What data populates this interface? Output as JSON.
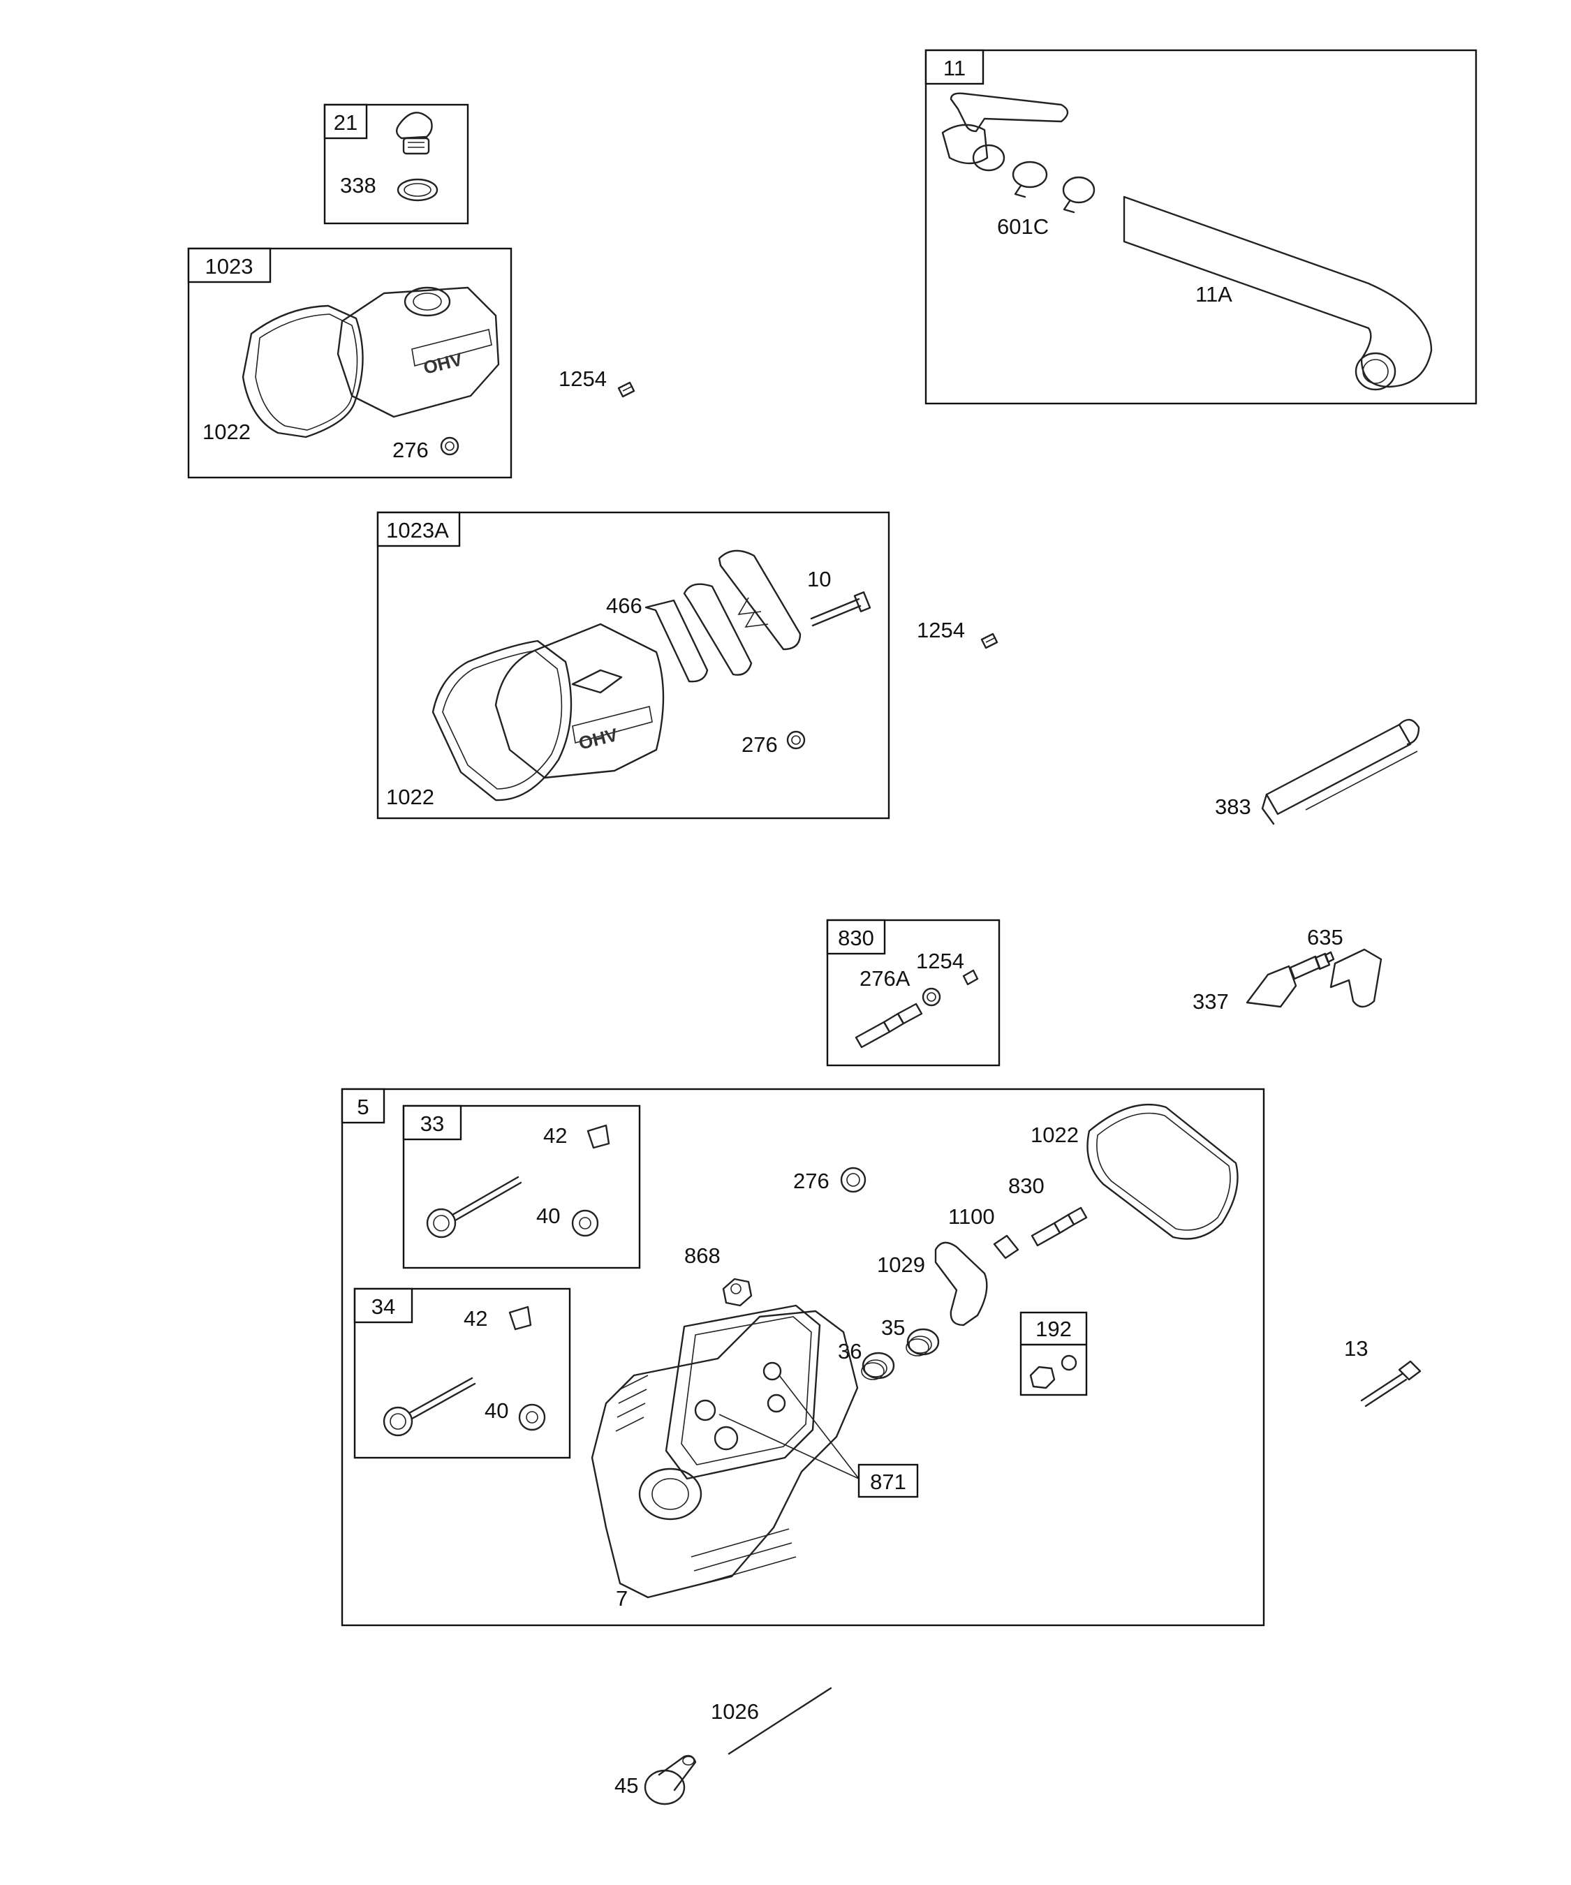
{
  "groups": {
    "g21": "21",
    "g1023": "1023",
    "g11": "11",
    "g1023a": "1023A",
    "g830": "830",
    "g5": "5",
    "g33": "33",
    "g34": "34",
    "g192": "192"
  },
  "parts": {
    "p338": "338",
    "p1022_a": "1022",
    "p276_a": "276",
    "p1254_a": "1254",
    "p601c": "601C",
    "p11a": "11A",
    "p466": "466",
    "p10": "10",
    "p1254_b": "1254",
    "p276_b": "276",
    "p1022_b": "1022",
    "p383": "383",
    "p276a": "276A",
    "p1254_c": "1254",
    "p635": "635",
    "p337": "337",
    "p42_a": "42",
    "p40_a": "40",
    "p276_c": "276",
    "p1022_c": "1022",
    "p830_c": "830",
    "p1100": "1100",
    "p868": "868",
    "p1029": "1029",
    "p35": "35",
    "p36": "36",
    "p42_b": "42",
    "p40_b": "40",
    "p871": "871",
    "p7": "7",
    "p13": "13",
    "p1026": "1026",
    "p45": "45"
  }
}
